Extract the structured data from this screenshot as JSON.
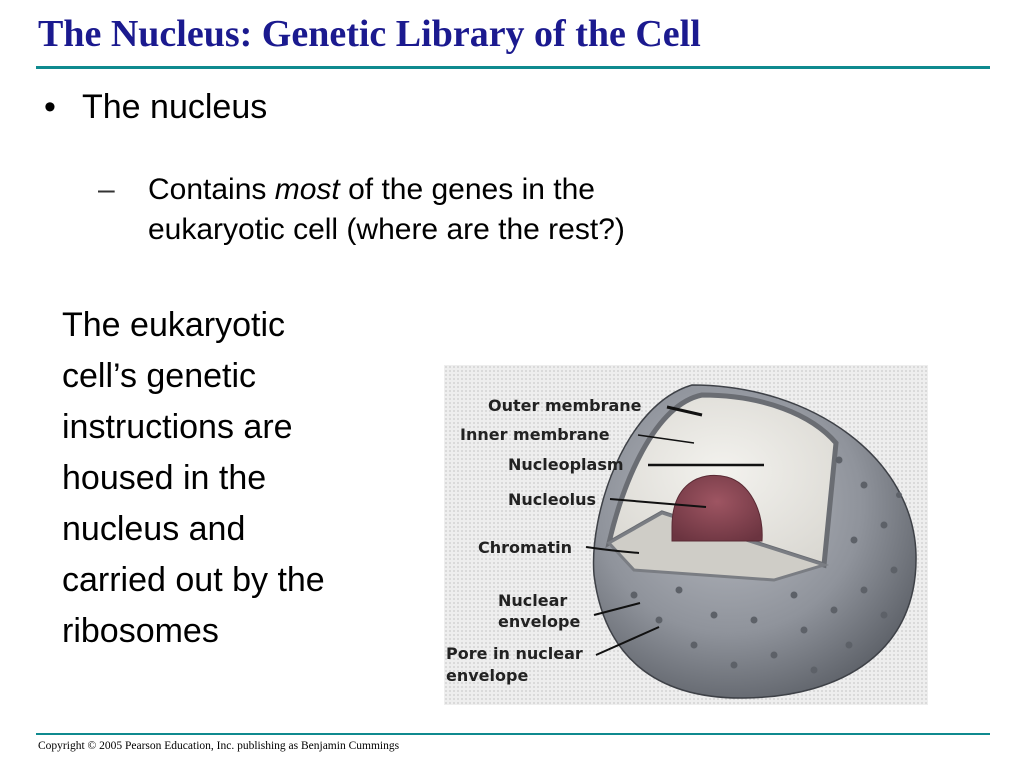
{
  "slide": {
    "title": "The Nucleus: Genetic Library of the Cell",
    "bullet": "The nucleus",
    "sub_bullet": {
      "dash": "–",
      "before": "Contains ",
      "emphasis": "most",
      "after_line1": " of the genes in the",
      "line2": "eukaryotic cell  (where are the rest?)"
    },
    "paragraph_lines": [
      "The eukaryotic",
      "cell’s genetic",
      "instructions are",
      "housed in the",
      "nucleus and",
      "carried out by the",
      "ribosomes"
    ],
    "figure_labels": {
      "outer_membrane": "Outer membrane",
      "inner_membrane": "Inner membrane",
      "nucleoplasm": "Nucleoplasm",
      "nucleolus": "Nucleolus",
      "chromatin": "Chromatin",
      "nuclear_envelope_1": "Nuclear",
      "nuclear_envelope_2": "envelope",
      "pore_1": "Pore in nuclear",
      "pore_2": "envelope"
    },
    "copyright": "Copyright © 2005 Pearson Education, Inc. publishing as Benjamin Cummings",
    "colors": {
      "title": "#1b1a8f",
      "rule": "#0f8a8f",
      "nucleolus": "#8a4a55"
    }
  }
}
